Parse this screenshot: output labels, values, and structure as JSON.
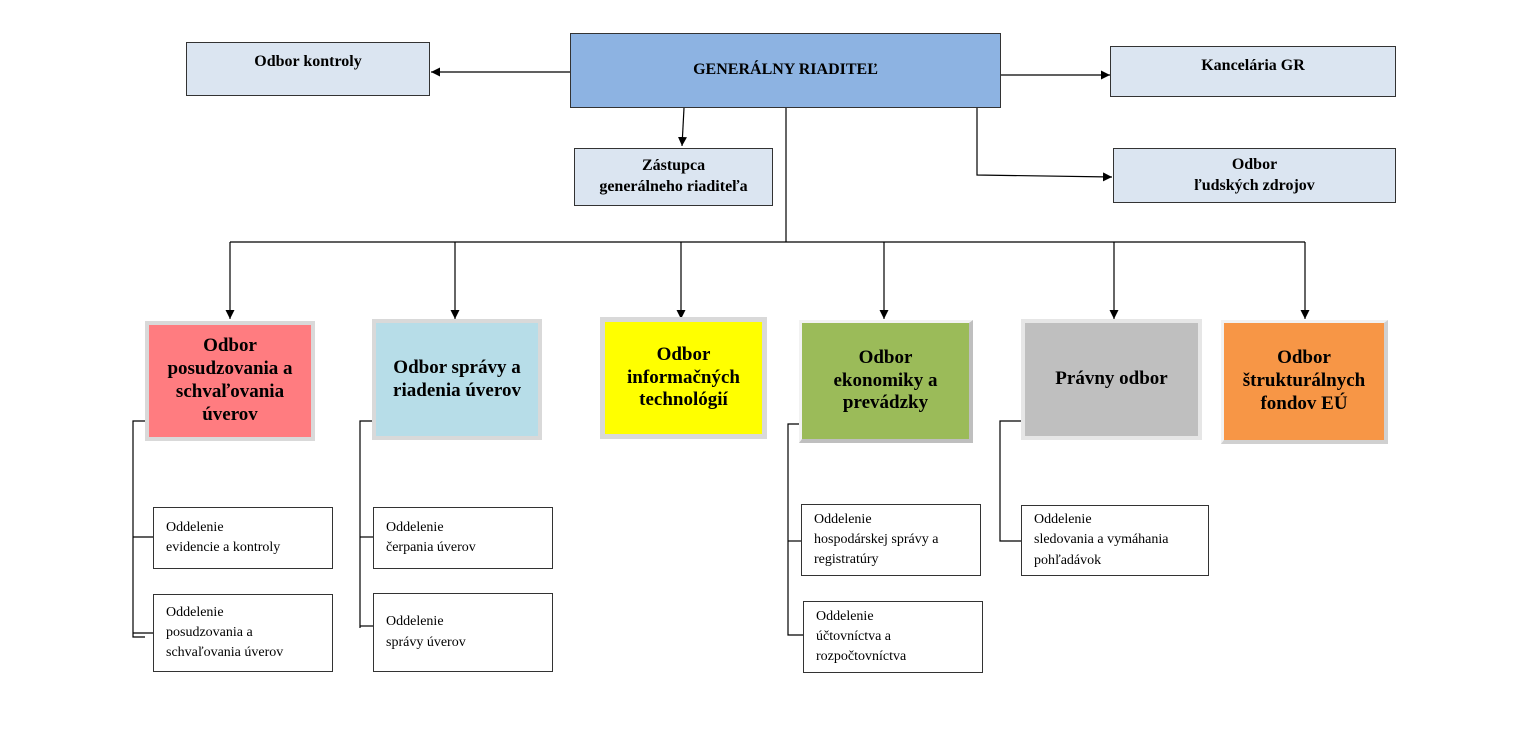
{
  "director": "GENERÁLNY RIADITEĽ",
  "top_units": {
    "control": "Odbor kontroly",
    "office": "Kancelária GR",
    "deputy": "Zástupca\ngenerálneho riaditeľa",
    "hr": "Odbor\nľudských zdrojov"
  },
  "departments": [
    {
      "label": "Odbor\nposudzovania a\nschvaľovania\núverov",
      "color": "#ff7c80"
    },
    {
      "label": "Odbor správy a\nriadenia úverov",
      "color": "#b7dde8"
    },
    {
      "label": "Odbor\ninformačných\ntechnológií",
      "color": "#ffff00"
    },
    {
      "label": "Odbor\nekonomiky a\nprevádzky",
      "color": "#9bbb59"
    },
    {
      "label": "Právny odbor",
      "color": "#bfbfbf"
    },
    {
      "label": "Odbor\nštrukturálnych\nfondov EÚ",
      "color": "#f79646"
    }
  ],
  "sections": {
    "evidence": "Oddelenie\nevidencie a kontroly",
    "assessment": "Oddelenie\nposudzovania a\nschvaľovania úverov",
    "drawing": "Oddelenie\nčerpania úverov",
    "loan_admin": "Oddelenie\nsprávy úverov",
    "economic_admin": "Oddelenie\nhospodárskej správy a\nregistratúry",
    "accounting": "Oddelenie\núčtovníctva a\nrozpočtovníctva",
    "receivables": "Oddelenie\nsledovania a vymáhania\npohľadávok"
  }
}
